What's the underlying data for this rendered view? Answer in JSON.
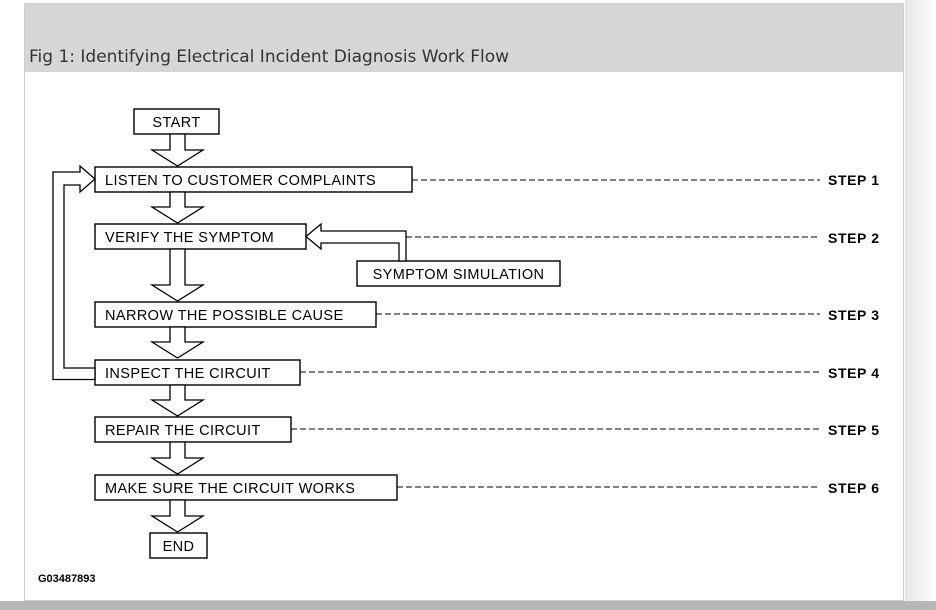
{
  "caption": "Fig 1: Identifying Electrical Incident Diagnosis Work Flow",
  "flow": {
    "start": "START",
    "end": "END",
    "symptom_simulation": "SYMPTOM SIMULATION",
    "figure_code": "G03487893",
    "steps": [
      {
        "box": "LISTEN TO CUSTOMER COMPLAINTS",
        "tag": "STEP 1"
      },
      {
        "box": "VERIFY THE SYMPTOM",
        "tag": "STEP 2"
      },
      {
        "box": "NARROW THE POSSIBLE CAUSE",
        "tag": "STEP 3"
      },
      {
        "box": "INSPECT THE CIRCUIT",
        "tag": "STEP 4"
      },
      {
        "box": "REPAIR THE CIRCUIT",
        "tag": "STEP 5"
      },
      {
        "box": "MAKE SURE THE CIRCUIT WORKS",
        "tag": "STEP 6"
      }
    ]
  }
}
